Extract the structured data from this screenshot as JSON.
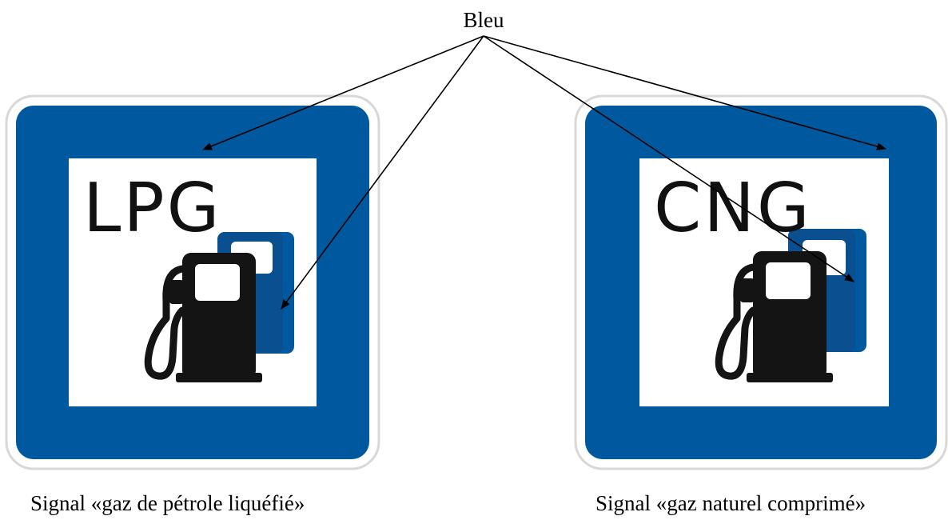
{
  "callout": {
    "label": "Bleu"
  },
  "signs": [
    {
      "text": "LPG",
      "caption": "Signal «gaz de pétrole liquéfié»"
    },
    {
      "text": "CNG",
      "caption": "Signal «gaz naturel comprimé»"
    }
  ],
  "colors": {
    "sign_blue": "#00589f",
    "pump_black": "#141414",
    "sign_border": "#d8d8d8"
  }
}
